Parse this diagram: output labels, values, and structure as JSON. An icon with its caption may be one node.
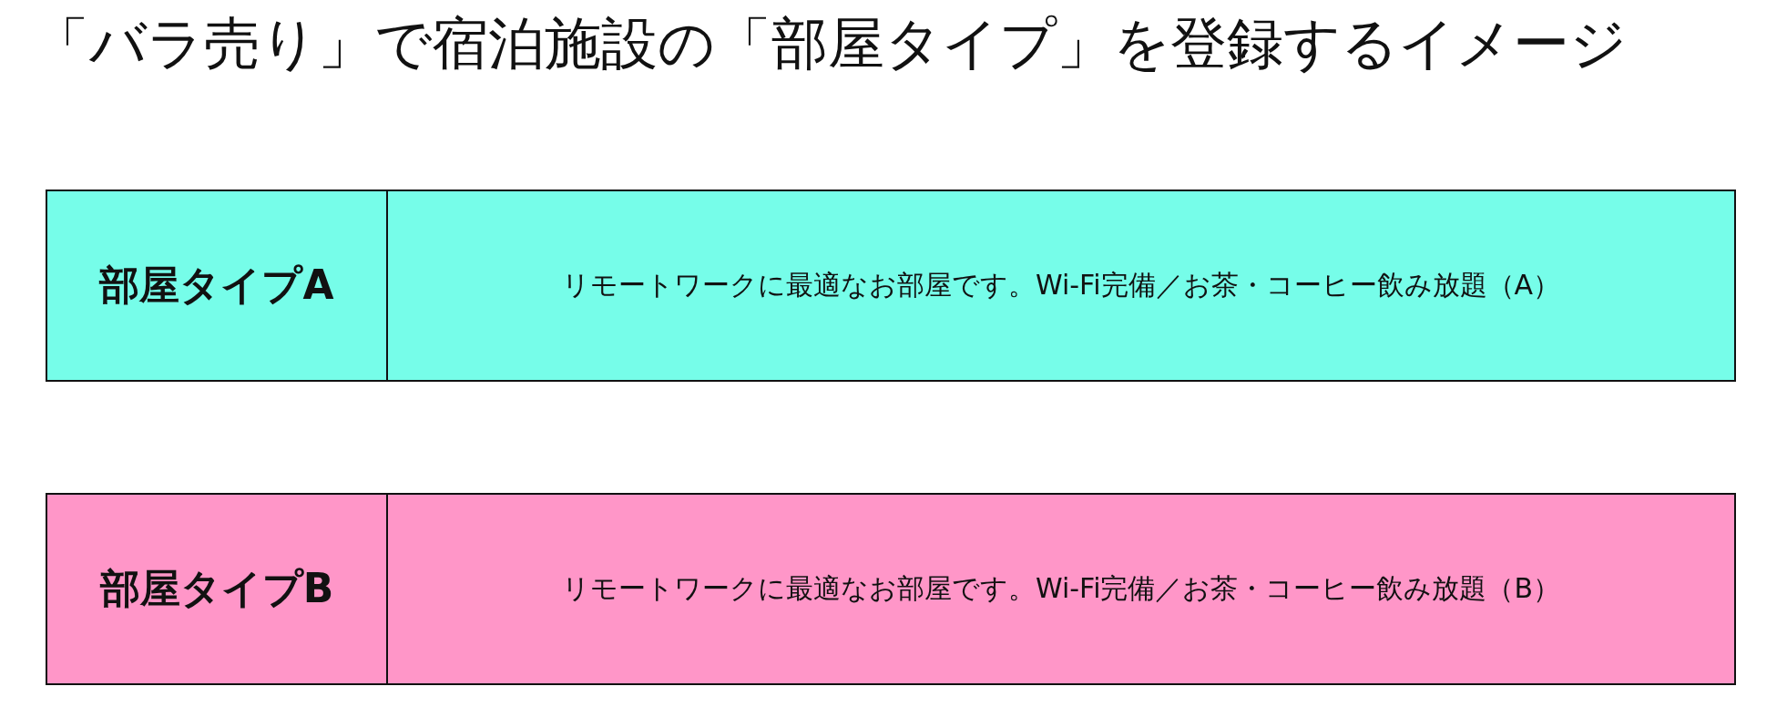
{
  "diagram": {
    "title": "「バラ売り」で宿泊施設の「部屋タイプ」を登録するイメージ",
    "nodes": [
      {
        "text": [
          "部屋タイプA"
        ]
      },
      {
        "text": [
          "リモートワークに最適なお部屋です。Wi-Fi完備／お茶・コーヒー飲み放題（A）"
        ]
      },
      {
        "text": [
          "部屋タイプB"
        ]
      },
      {
        "text": [
          "リモートワークに最適なお部屋です。Wi-Fi完備／お茶・コーヒー飲み放題（B）"
        ]
      }
    ]
  }
}
